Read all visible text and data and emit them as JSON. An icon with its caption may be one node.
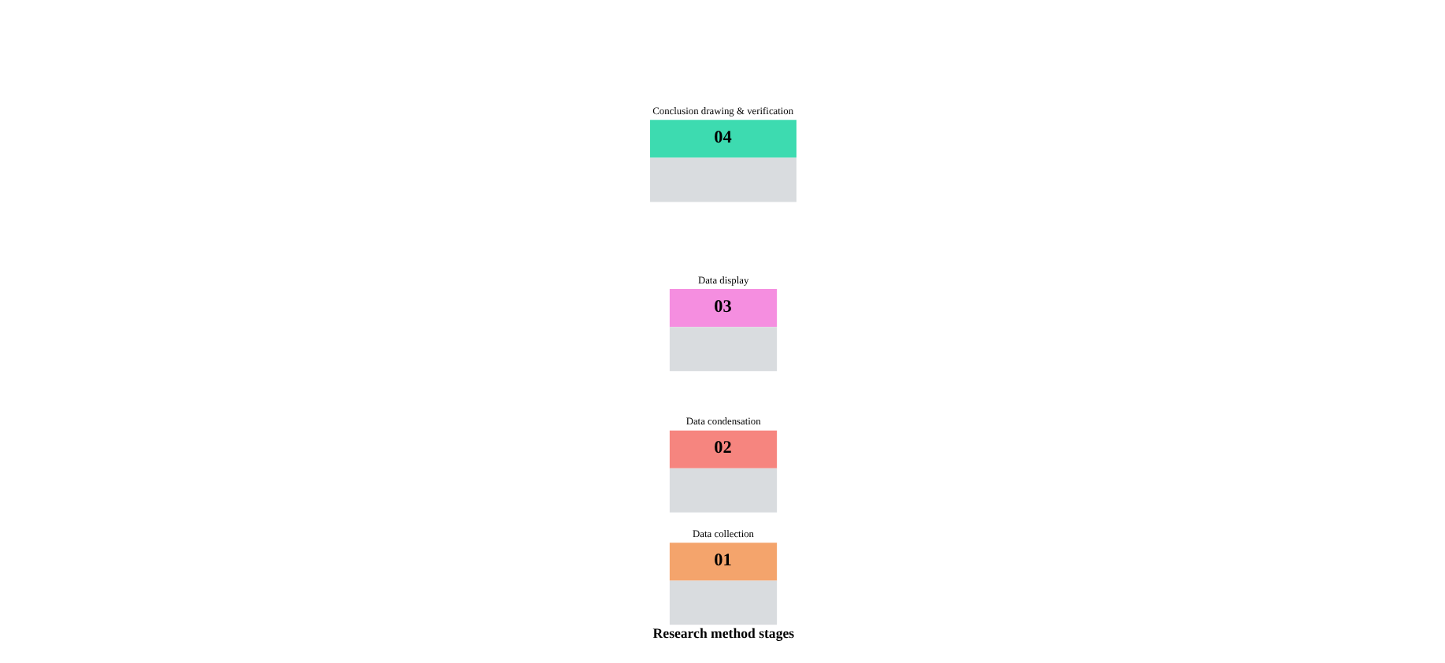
{
  "diagram": {
    "title": "Research method stages",
    "nodes": [
      {
        "text": [
          "01"
        ],
        "beside": [
          "Data collection"
        ]
      },
      {
        "text": [
          "02"
        ],
        "beside": [
          "Data condensation"
        ]
      },
      {
        "text": [
          "03"
        ],
        "beside": [
          "Data display"
        ]
      },
      {
        "text": [
          "04"
        ],
        "beside": [
          "Conclusion drawing & verification"
        ]
      }
    ]
  }
}
